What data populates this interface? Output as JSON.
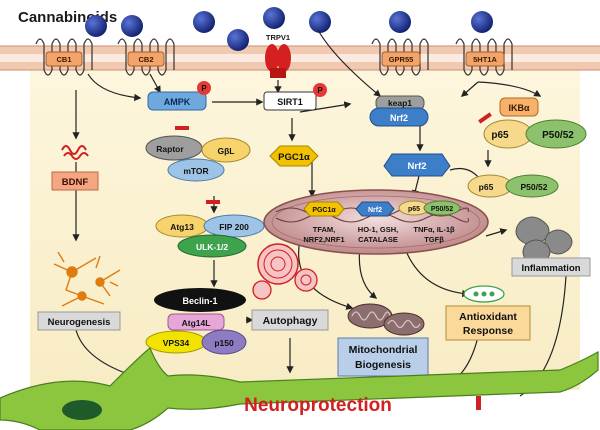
{
  "diagram": {
    "title": "Cannabinoids",
    "receptors": {
      "cb1": "CB1",
      "cb2": "CB2",
      "trpv1": "TRPV1",
      "gpr55": "GPR55",
      "sht1a": "5HT1A"
    },
    "ampk": "AMPK",
    "sirt1": "SIRT1",
    "phospho": "P",
    "keap1": "keap1",
    "nrf2": "Nrf2",
    "ikba": "IKBα",
    "p65": "p65",
    "p50_52": "P50/52",
    "raptor": "Raptor",
    "gbl": "GβL",
    "mtor": "mTOR",
    "pgc1a": "PGC1α",
    "bdnf": "BDNF",
    "atg13": "Atg13",
    "fip200": "FIP 200",
    "ulk": "ULK-1/2",
    "beclin": "Beclin-1",
    "atg14l": "Atg14L",
    "vps34": "VPS34",
    "p150": "p150",
    "neurogenesis": "Neurogenesis",
    "autophagy": "Autophagy",
    "nucleus_pgc1a": "PGC1α",
    "nucleus_nrf2": "Nrf2",
    "nucleus_p65": "p65",
    "nucleus_p50": "P50/52",
    "genes_1a": "TFAM,",
    "genes_1b": "NRF2,NRF1",
    "genes_2a": "HO-1, GSH,",
    "genes_2b": "CATALASE",
    "genes_3a": "TNFα, IL-1β",
    "genes_3b": "TGFβ",
    "inflammation": "Inflammation",
    "antioxidant_1": "Antioxidant",
    "antioxidant_2": "Response",
    "mito_1": "Mitochondrial",
    "mito_2": "Biogenesis",
    "neuroprotection": "Neuroprotection"
  },
  "colors": {
    "cytoplasm": "#fbf3d6",
    "membrane": "#e9b9a0",
    "receptor": "#f2a46a",
    "ligand": "#1b2f8f",
    "phospho": "#e53935",
    "trpv1": "#d42020",
    "ampk": "#6fa8dc",
    "keap1": "#9e9e9e",
    "pgc1a": "#f2c200",
    "nrf2": "#3d7ec9",
    "p65": "#f6d98a",
    "p50": "#8cc26b",
    "bdnf": "#f4a582",
    "ulk": "#3fa34d",
    "fip": "#9dc3e6",
    "atg13": "#f7d36b",
    "neuron": "#8cc63f",
    "neuroprotection": "#d0201f",
    "mito_box": "#b9cfe9",
    "antioxidant_box": "#fbd99a",
    "label_box": "#d9d9d9"
  }
}
